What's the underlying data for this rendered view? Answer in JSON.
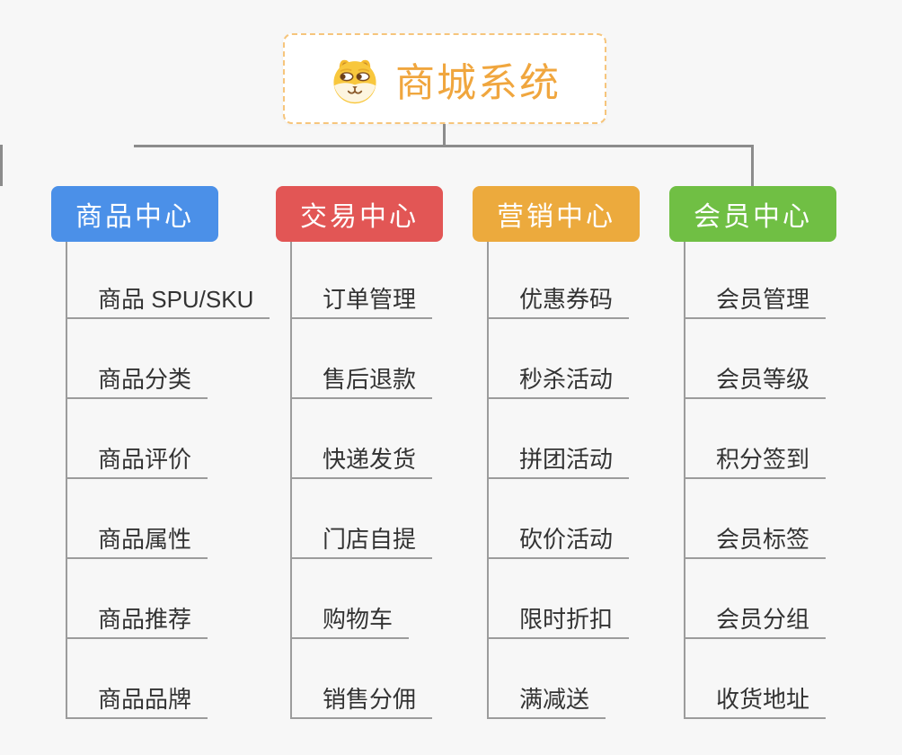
{
  "page": {
    "background": "#f7f7f7",
    "connector_color": "#8c8c8c",
    "leaf_line_color": "#9c9c9c"
  },
  "root": {
    "title": "商城系统",
    "icon": "dog-face-icon",
    "text_color": "#f0a63e",
    "border_color": "#f6c57c",
    "background": "#ffffff"
  },
  "branches": [
    {
      "label": "商品中心",
      "color": "#4b90e8",
      "items": [
        "商品 SPU/SKU",
        "商品分类",
        "商品评价",
        "商品属性",
        "商品推荐",
        "商品品牌"
      ]
    },
    {
      "label": "交易中心",
      "color": "#e25655",
      "items": [
        "订单管理",
        "售后退款",
        "快递发货",
        "门店自提",
        "购物车",
        "销售分佣"
      ]
    },
    {
      "label": "营销中心",
      "color": "#ecaa3d",
      "items": [
        "优惠券码",
        "秒杀活动",
        "拼团活动",
        "砍价活动",
        "限时折扣",
        "满减送"
      ]
    },
    {
      "label": "会员中心",
      "color": "#70bf44",
      "items": [
        "会员管理",
        "会员等级",
        "积分签到",
        "会员标签",
        "会员分组",
        "收货地址"
      ]
    }
  ]
}
